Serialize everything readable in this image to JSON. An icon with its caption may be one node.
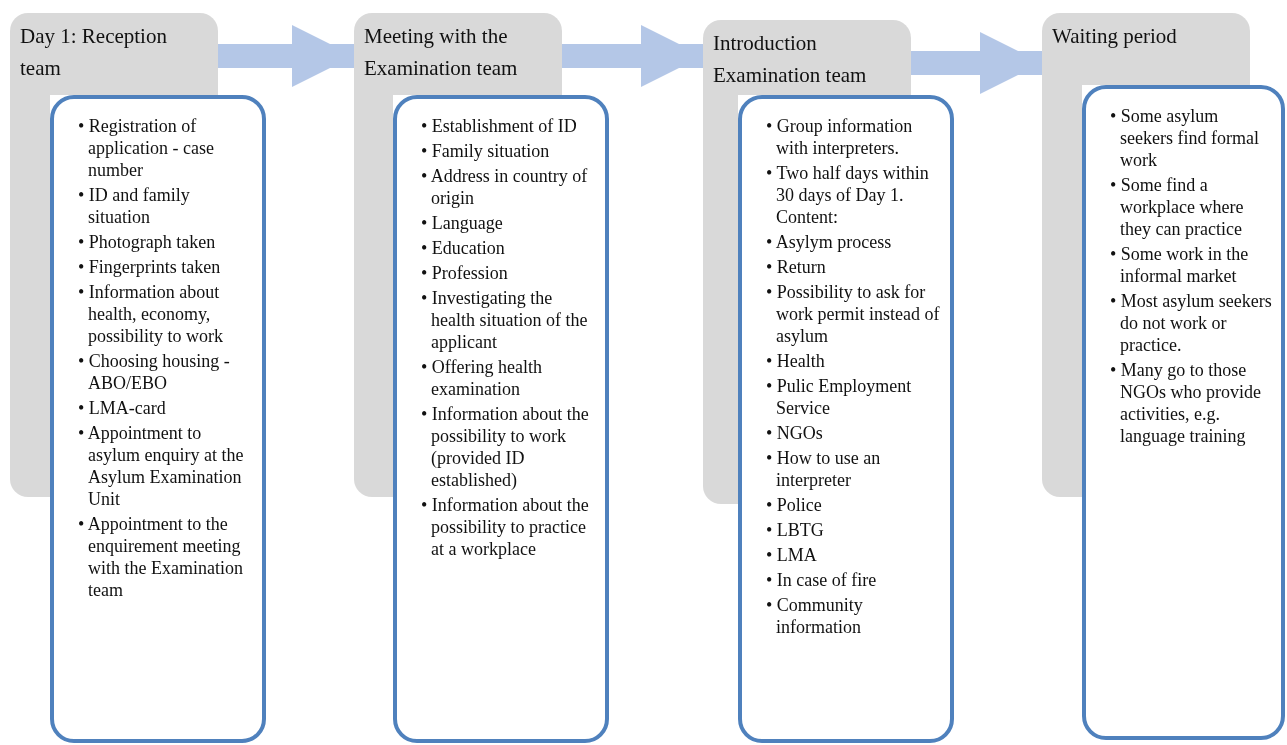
{
  "diagram": {
    "nodes": [
      {
        "text": [
          "Day 1: Reception team"
        ]
      },
      {
        "text": [
          "• Registration of application - case number",
          "• ID and family situation",
          "• Photograph taken",
          "• Fingerprints taken",
          "• Information about health, economy, possibility to work",
          "• Choosing housing - ABO/EBO",
          "• LMA-card",
          "• Appointment to asylum enquiry at the Asylum Examination Unit",
          "• Appointment to the enquirement meeting with the Examination team"
        ]
      },
      {
        "text": [
          "Meeting with the Examination team"
        ]
      },
      {
        "text": [
          "• Establishment of ID",
          "• Family situation",
          "• Address in country of origin",
          "• Language",
          "• Education",
          "• Profession",
          "• Investigating the health situation of the applicant",
          "• Offering health examination",
          "• Information about the possibility to work (provided ID established)",
          "• Information about the possibility to practice at a workplace"
        ]
      },
      {
        "text": [
          "Introduction Examination team"
        ]
      },
      {
        "text": [
          "• Group information with interpreters.",
          "• Two half days within 30 days of Day 1. Content:",
          "• Asylym process",
          "• Return",
          "• Possibility to ask for work permit instead of asylum",
          "• Health",
          "• Pulic Employment Service",
          "• NGOs",
          "• How to use an interpreter",
          "• Police",
          "• LBTG",
          "• LMA",
          "• In case of fire",
          "• Community information"
        ]
      },
      {
        "text": [
          "Waiting period"
        ]
      },
      {
        "text": [
          "• Some asylum seekers find formal work",
          "• Some find a workplace where they can practice",
          "• Some work in the informal market",
          "• Most asylum seekers do not work or practice.",
          "• Many go to those NGOs who provide activities, e.g. language training"
        ]
      }
    ],
    "edges": [
      {
        "from": 0,
        "to": 2,
        "arrow": "to"
      },
      {
        "from": 2,
        "to": 4,
        "arrow": "to"
      },
      {
        "from": 4,
        "to": 6,
        "arrow": "to"
      }
    ]
  }
}
